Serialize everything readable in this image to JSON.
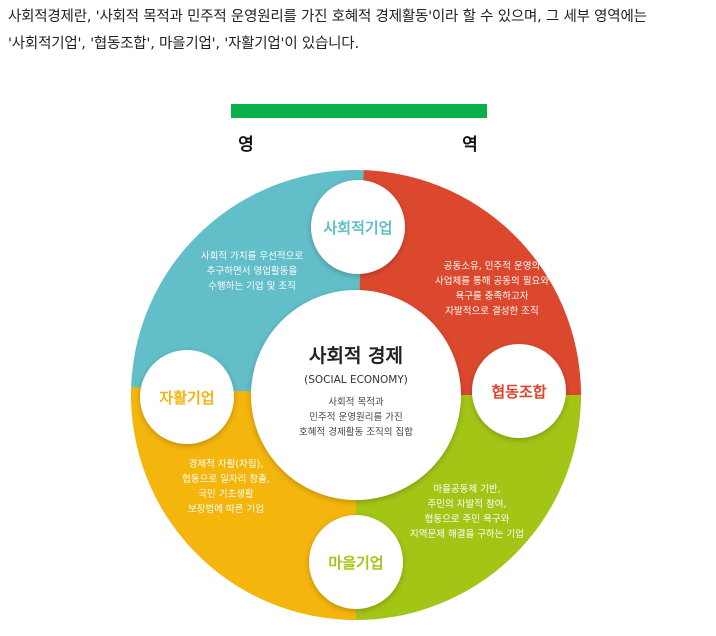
{
  "intro": {
    "line1": "사회적경제란, '사회적 목적과 민주적 운영원리를 가진 호혜적 경제활동'이라 할 수 있으며, 그 세부 영역에는",
    "line2": "'사회적기업', '협동조합', 마을기업', '자활기업'이 있습니다."
  },
  "diagram": {
    "heading_left": "영",
    "heading_right": "역",
    "center": {
      "title": "사회적 경제",
      "subtitle": "(SOCIAL ECONOMY)",
      "desc": [
        "사회적 목적과",
        "민주적 운영원리를 가진",
        "호혜적 경제활동 조직의 집합"
      ]
    },
    "sectors": [
      {
        "key": "social-enterprise",
        "label": "사회적기업",
        "color": "#62bec8",
        "desc": [
          "사회적 가치를 우선적으로",
          "추구하면서 영업활동을",
          "수행하는 기업 및 조직"
        ]
      },
      {
        "key": "cooperative",
        "label": "협동조합",
        "color": "#dc482e",
        "desc": [
          "공동소유, 민주적 운영의",
          "사업체를 통해 공동의 필요와",
          "욕구를 충족하고자",
          "자발적으로 결성한 조직"
        ]
      },
      {
        "key": "village-enterprise",
        "label": "마을기업",
        "color": "#a3c516",
        "desc": [
          "마을공동체 기반,",
          "주민의 자발적 참여,",
          "협동으로 주민 욕구와",
          "지역문제 해결을 구하는 기업"
        ]
      },
      {
        "key": "self-support-enterprise",
        "label": "자활기업",
        "color": "#f4b50c",
        "desc": [
          "경제적 자활(자립),",
          "협동으로 일자리 창출,",
          "국민 기초생활",
          "보장법에 따른 기업"
        ]
      }
    ],
    "colors": {
      "bar": "#0ab14b",
      "center_text": "#222222",
      "center_sub": "#444444"
    }
  }
}
